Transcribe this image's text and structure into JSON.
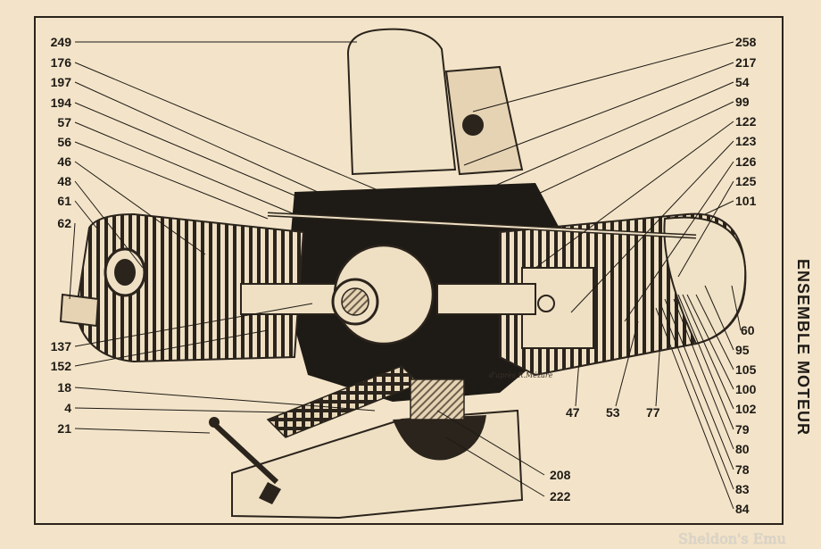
{
  "side_title": "ENSEMBLE MOTEUR",
  "signature": "d'après R.Mézare",
  "watermark": "Sheldon's Emu",
  "colors": {
    "paper": "#f3e4c9",
    "ink": "#1e1a15",
    "shade": "#6b5d4c",
    "dark": "#2b241c"
  },
  "labels_left": [
    "249",
    "176",
    "197",
    "194",
    "57",
    "56",
    "46",
    "48",
    "61",
    "62",
    "137",
    "152",
    "18",
    "4",
    "21"
  ],
  "labels_right_top": [
    "258",
    "217",
    "54",
    "99",
    "122",
    "123",
    "126",
    "125",
    "101",
    "60",
    "95",
    "105",
    "100",
    "102",
    "79",
    "80",
    "78",
    "83",
    "84"
  ],
  "labels_bottom": [
    "47",
    "53",
    "77",
    "208",
    "222"
  ]
}
